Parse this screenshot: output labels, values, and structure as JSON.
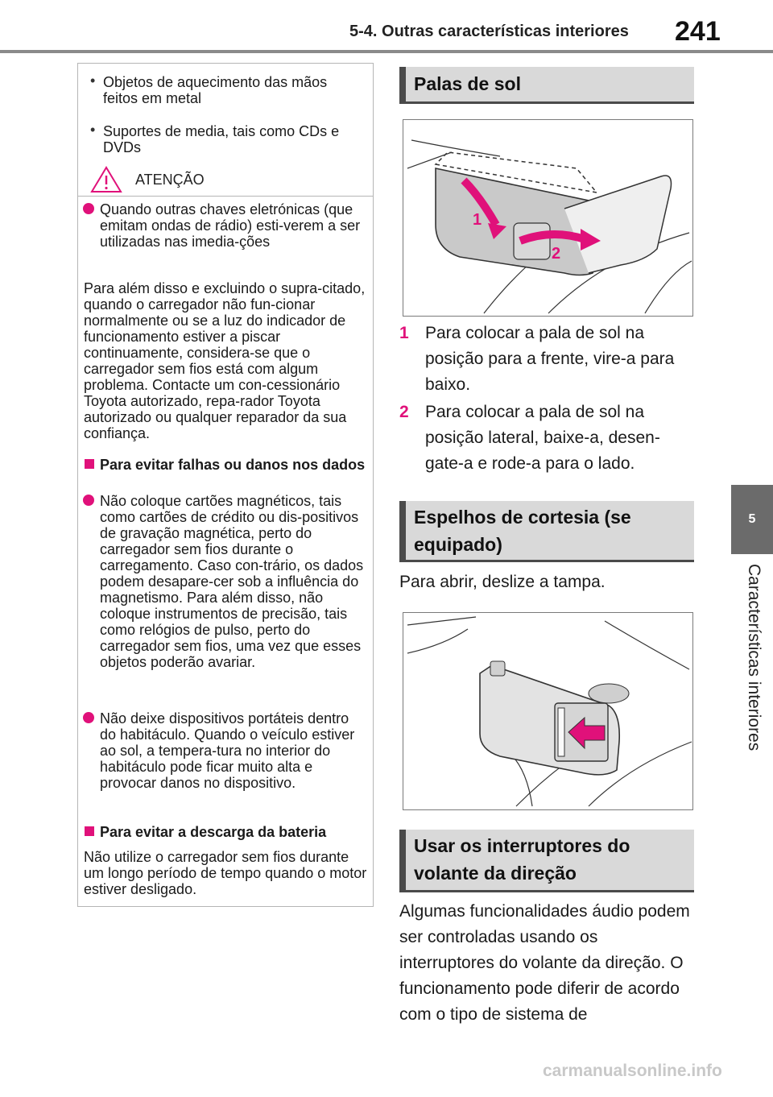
{
  "header": {
    "section_title": "5-4. Outras características interiores",
    "page_number": "241"
  },
  "side_tab": {
    "chapter_number": "5",
    "chapter_title": "Características interiores"
  },
  "left_column": {
    "bullet_1": "Objetos de aquecimento das mãos feitos em metal",
    "bullet_2": "Suportes de media, tais como CDs e DVDs",
    "attention_label": "ATENÇÃO",
    "item_1": "Quando outras chaves eletrónicas (que emitam ondas de rádio) esti-verem a ser utilizadas nas imedia-ções",
    "para_1": "Para além disso e excluindo o supra-citado, quando o carregador não fun-cionar normalmente ou se a luz do indicador de funcionamento estiver a piscar continuamente, considera-se que o carregador sem fios está com algum problema. Contacte um con-cessionário Toyota autorizado, repa-rador Toyota autorizado ou qualquer reparador da sua confiança.",
    "heading_1": "Para evitar falhas ou danos nos dados",
    "item_2": "Não coloque cartões magnéticos, tais como cartões de crédito ou dis-positivos de gravação magnética, perto do carregador sem fios durante o carregamento. Caso con-trário, os dados podem desapare-cer sob a influência do magnetismo. Para além disso, não coloque instrumentos de precisão, tais como relógios de pulso, perto do carregador sem fios, uma vez que esses objetos poderão avariar.",
    "item_3": "Não deixe dispositivos portáteis dentro do habitáculo. Quando o veículo estiver ao sol, a tempera-tura no interior do habitáculo pode ficar muito alta e provocar danos no dispositivo.",
    "heading_2": "Para evitar a descarga da bateria",
    "para_2": "Não utilize o carregador sem fios durante um longo período de tempo quando o motor estiver desligado."
  },
  "right_column": {
    "section_1_title": "Palas de sol",
    "figure_1_callouts": [
      "1",
      "2"
    ],
    "step_1_number": "1",
    "step_1_text": "Para colocar a pala de sol na posição para a frente, vire-a para baixo.",
    "step_2_number": "2",
    "step_2_text": "Para colocar a pala de sol na posição lateral, baixe-a, desen-gate-a e rode-a para o lado.",
    "section_2_title_line1": "Espelhos de cortesia (se",
    "section_2_title_line2": "equipado)",
    "section_2_text": "Para abrir, deslize a tampa.",
    "section_3_title_line1": "Usar os interruptores do",
    "section_3_title_line2": "volante da direção",
    "section_3_text": "Algumas funcionalidades áudio podem ser controladas usando os interruptores do volante da direção. O funcionamento pode diferir de acordo com o tipo de sistema de"
  },
  "footer": {
    "watermark": "carmanualsonline.info"
  },
  "colors": {
    "accent": "#e0117a",
    "heading_bg": "#d9d9d9",
    "side_tab": "#6b6b6b"
  }
}
